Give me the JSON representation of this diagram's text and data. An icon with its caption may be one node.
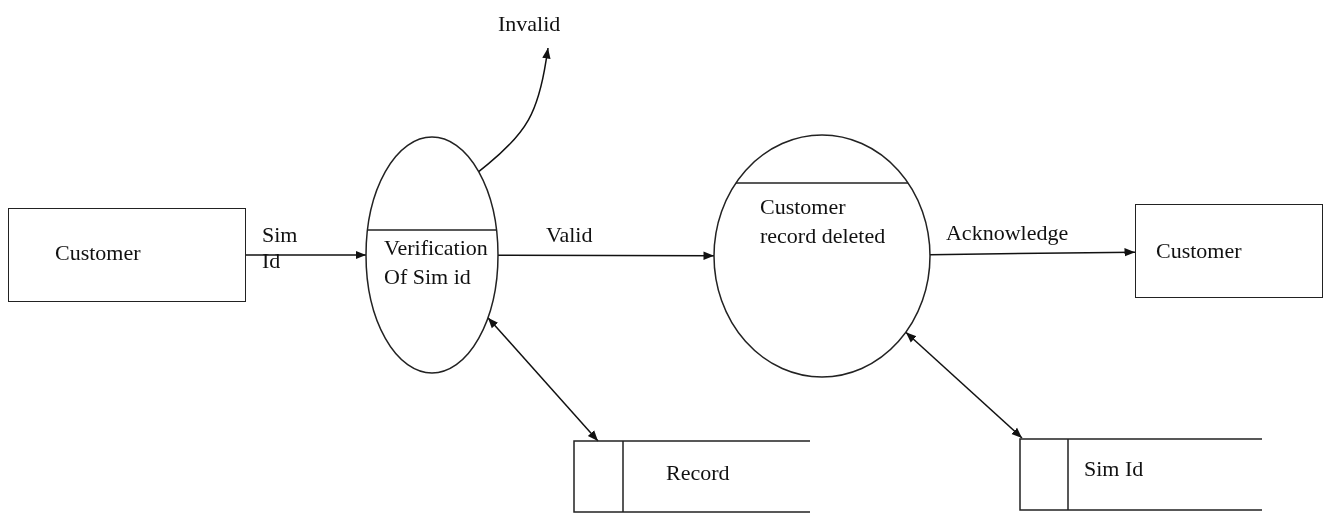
{
  "diagram": {
    "nodes": [
      {
        "text": [
          "Customer"
        ]
      },
      {
        "text": [
          "Verification Of Sim id"
        ]
      },
      {
        "text": [
          "Invalid"
        ]
      },
      {
        "text": [
          "Customer record deleted"
        ]
      },
      {
        "text": [
          "Customer"
        ]
      },
      {
        "text": [
          "Record"
        ]
      },
      {
        "text": [
          "Sim Id"
        ]
      }
    ],
    "edges": [
      {
        "from": 0,
        "to": 1,
        "arrow": "to",
        "label": "Sim Id"
      },
      {
        "from": 1,
        "to": 2,
        "arrow": "to"
      },
      {
        "from": 1,
        "to": 3,
        "arrow": "to",
        "label": "Valid"
      },
      {
        "from": 3,
        "to": 4,
        "arrow": "to",
        "label": "Acknowledge"
      },
      {
        "from": 1,
        "to": 5,
        "arrow": "both"
      },
      {
        "from": 3,
        "to": 6,
        "arrow": "both"
      }
    ]
  }
}
